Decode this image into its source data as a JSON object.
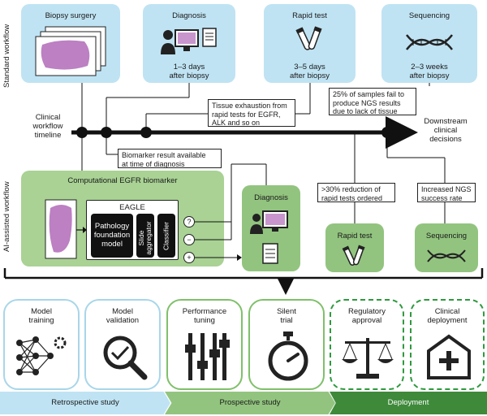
{
  "workflow_labels": {
    "standard": "Standard workflow",
    "ai_assisted": "AI-assisted workflow",
    "clinical_timeline": "Clinical\nworkflow\ntimeline",
    "downstream": "Downstream\nclinical\ndecisions"
  },
  "standard": {
    "biopsy_title": "Biopsy surgery",
    "diagnosis_title": "Diagnosis",
    "diagnosis_time": "1–3 days\nafter biopsy",
    "rapid_title": "Rapid test",
    "rapid_time": "3–5 days\nafter biopsy",
    "seq_title": "Sequencing",
    "seq_time": "2–3 weeks\nafter biopsy"
  },
  "callouts": {
    "tissue": "Tissue exhaustion from\nrapid tests for EGFR,\nALK and so on",
    "ngs_fail": "25% of samples fail to\nproduce NGS results\ndue to lack of tissue",
    "biomarker": "Biomarker result available\nat time of diagnosis",
    "reduction": ">30% reduction of\nrapid tests ordered",
    "increased": "Increased NGS\nsuccess rate"
  },
  "ai": {
    "comp_title": "Computational EGFR biomarker",
    "eagle": "EAGLE",
    "foundation": "Pathology\nfoundation\nmodel",
    "aggregator": "Slide\naggregator",
    "classifier": "Classifier",
    "symbols": [
      "?",
      "−",
      "+"
    ],
    "diagnosis": "Diagnosis",
    "rapid": "Rapid test",
    "sequencing": "Sequencing"
  },
  "stages": [
    {
      "label": "Model\ntraining",
      "icon": "neural-network-icon"
    },
    {
      "label": "Model\nvalidation",
      "icon": "magnifier-check-icon"
    },
    {
      "label": "Performance\ntuning",
      "icon": "sliders-icon"
    },
    {
      "label": "Silent\ntrial",
      "icon": "stopwatch-icon"
    },
    {
      "label": "Regulatory\napproval",
      "icon": "scales-icon"
    },
    {
      "label": "Clinical\ndeployment",
      "icon": "house-plus-icon"
    }
  ],
  "phases": {
    "retrospective": "Retrospective study",
    "prospective": "Prospective study",
    "deployment": "Deployment"
  },
  "colors": {
    "blue": "#bfe3f3",
    "green": "#92c47f",
    "dark_green": "#3e8a3a",
    "tissue": "#b06ab8"
  }
}
